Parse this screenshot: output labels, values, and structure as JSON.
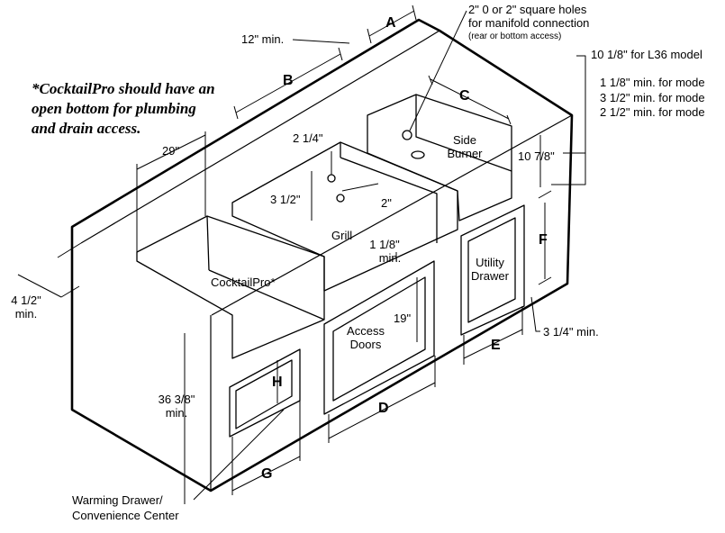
{
  "note": {
    "line1": "*CocktailPro should have an",
    "line2": "open bottom for plumbing",
    "line3": "and drain access."
  },
  "dims": {
    "twelve_min": "12\" min.",
    "twenty_nine": "29\"",
    "two_quarter": "2 1/4\"",
    "three_half": "3 1/2\"",
    "two": "2\"",
    "one_eighth_a": "1 1/8\"",
    "one_eighth_b": "min.",
    "ten_7_8": "10 7/8\"",
    "nineteen": "19\"",
    "four_half_a": "4 1/2\"",
    "four_half_b": "min.",
    "thirty_six_a": "36 3/8\"",
    "thirty_six_b": "min.",
    "three_quarter_min": "3 1/4\" min."
  },
  "callouts": {
    "holes_line1": "2\" 0 or 2\" square holes",
    "holes_line2": "for manifold connection",
    "holes_line3": "(rear or bottom access)",
    "l36": "10 1/8\" for L36 model",
    "mode1": "1 1/8\" min. for mode",
    "mode2": "3 1/2\" min. for mode",
    "mode3": "2 1/2\" min. for mode"
  },
  "letters": {
    "A": "A",
    "B": "B",
    "C": "C",
    "D": "D",
    "E": "E",
    "F": "F",
    "G": "G",
    "H": "H"
  },
  "parts": {
    "side_burner_1": "Side",
    "side_burner_2": "Burner",
    "grill": "Grill",
    "utility_1": "Utility",
    "utility_2": "Drawer",
    "cocktailpro": "CocktailPro*",
    "access_1": "Access",
    "access_2": "Doors",
    "warming_1": "Warming Drawer/",
    "warming_2": "Convenience Center"
  }
}
